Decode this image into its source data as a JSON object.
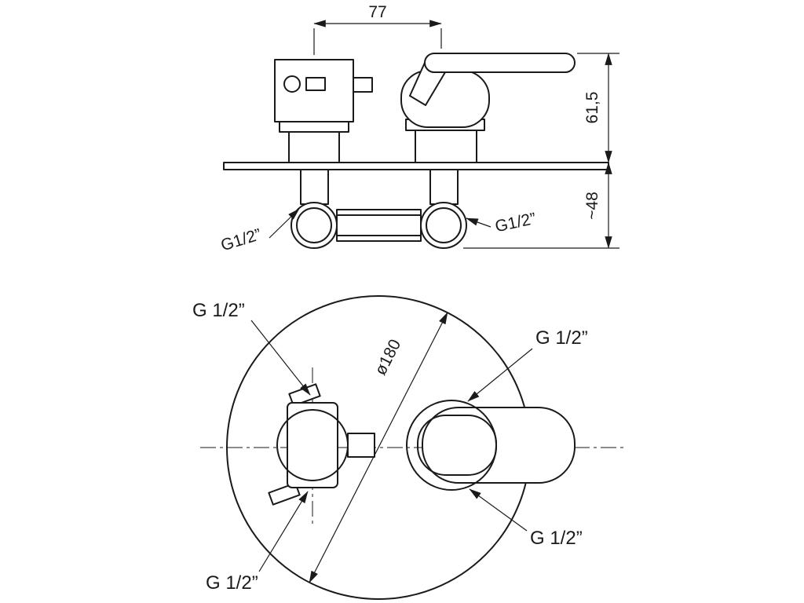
{
  "style": {
    "background": "#ffffff",
    "line_color": "#1a1a1a"
  },
  "front_view": {
    "dim_width": "77",
    "dim_height": "61,5",
    "dim_depth": "~48",
    "label_left_thread": "G1/2”",
    "label_right_thread": "G1/2”"
  },
  "plan_view": {
    "dim_diameter": "ø180",
    "label_top_left": "G 1/2”",
    "label_top_right": "G 1/2”",
    "label_bottom_right": "G 1/2”",
    "label_bottom_left": "G 1/2”"
  }
}
